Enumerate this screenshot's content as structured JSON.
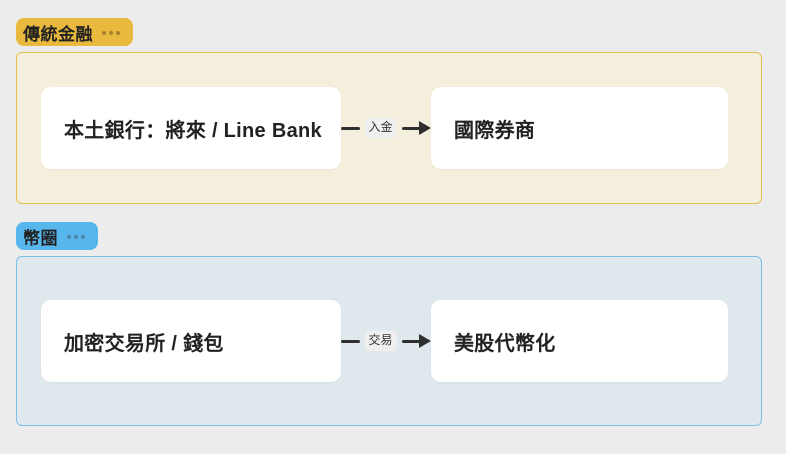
{
  "page": {
    "background_color": "#ECECEC",
    "arrow_color": "#2F2F2F",
    "edge_label_bg": "#EFEFEF",
    "node_bg": "#FFFFFF",
    "text_color": "#222222"
  },
  "sections": [
    {
      "label": "傳統金融",
      "menu_icon": "ellipsis-icon",
      "source_node": "本土銀行：將來 / Line Bank",
      "edge_label": "入金",
      "target_node": "國際券商",
      "colors": {
        "label_bg": "#E8B93D",
        "container_bg": "#F4EEDC",
        "container_border": "#E7BD4D",
        "dots": "#A6832C"
      }
    },
    {
      "label": "幣圈",
      "menu_icon": "ellipsis-icon",
      "source_node": "加密交易所 / 錢包",
      "edge_label": "交易",
      "target_node": "美股代幣化",
      "colors": {
        "label_bg": "#57B6EB",
        "container_bg": "#DFE8EC",
        "container_border": "#79BFEA",
        "dots": "#4E86A8"
      }
    }
  ]
}
